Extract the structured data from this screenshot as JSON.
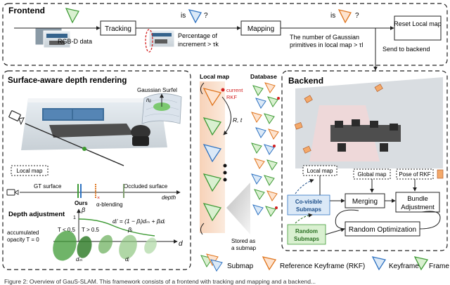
{
  "frontend": {
    "title": "Frontend",
    "rgbd_label": "RGB-D data",
    "tracking": "Tracking",
    "mapping": "Mapping",
    "reset": "Reset Local map",
    "is_1": "is",
    "q_1": "?",
    "is_2": "is",
    "q_2": "?",
    "pct_line1": "Percentage of",
    "pct_line2": "increment > τk",
    "gauss_line1": "The number of Gaussian",
    "gauss_line2": "primitives in local map > τl",
    "send": "Send to backend"
  },
  "surface": {
    "title": "Surface-aware depth rendering",
    "surfel_label": "Gaussian Surfel",
    "n_label": "nᵢⱼ",
    "local_map_tag": "Local map",
    "gt_surface": "GT surface",
    "occluded": "Occluded surface",
    "depth_axis": "depth",
    "ours": "Ours",
    "alpha_blend": "α-blending",
    "depth_adj": "Depth adjustment",
    "beta": "β",
    "one": "1",
    "t_lt": "T < 0.5",
    "t_gt": "T > 0.5",
    "formula": "dᵢ′ = (1 − βᵢ)dₘ + βᵢdᵢ",
    "beta_i": "βᵢ",
    "acc1": "accumulated",
    "acc2": "opacity T = 0",
    "d_axis": "d",
    "dm": "dₘ",
    "di": "dᵢ"
  },
  "middle": {
    "local_map": "Local map",
    "database": "Database",
    "current1": "current",
    "current2": "RKF",
    "rt": "R, t",
    "stored1": "Stored as",
    "stored2": "a submap"
  },
  "backend": {
    "title": "Backend",
    "local_map": "Local map",
    "global_map": "Global map",
    "pose_rkf": "Pose of RKF",
    "merging": "Merging",
    "bundle1": "Bundle",
    "bundle2": "Adjustment",
    "covis1": "Co-visible",
    "covis2": "Submaps",
    "random1": "Random",
    "random2": "Submaps",
    "random_opt": "Random Optimization"
  },
  "legend": {
    "submap": "Submap",
    "rkf": "Reference Keyframe (RKF)",
    "keyframe": "Keyframe",
    "frame": "Frame"
  },
  "caption": "Figure 2: Overview of GauS-SLAM. This framework consists of a frontend with tracking and mapping and a backend..."
}
